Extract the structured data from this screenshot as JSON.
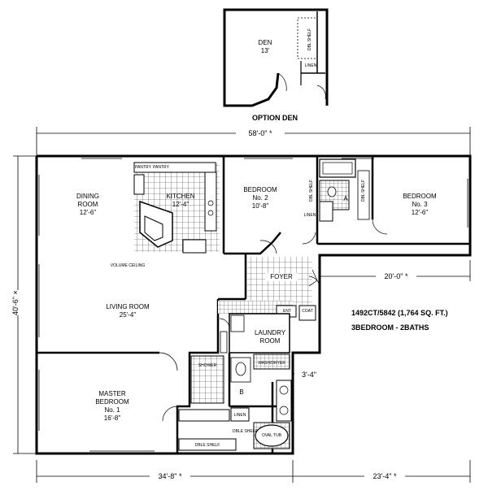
{
  "option_den": {
    "title": "OPTION DEN",
    "room_name": "DEN",
    "room_dim": "13'",
    "linen": "LINEN",
    "shelf": "DBL SHELF"
  },
  "dimensions": {
    "overall_width": "58'-0\"",
    "overall_depth": "40'-6\"",
    "bottom_left": "34'-8\"",
    "bottom_right": "23'-4\"",
    "right_offset": "20'-0\"",
    "jog": "3'-4\""
  },
  "info": {
    "model": "1492CT/5842 (1,764 SQ. FT.)",
    "beds_baths": "3BEDROOM - 2BATHS"
  },
  "rooms": {
    "dining": {
      "name": "DINING",
      "name2": "ROOM",
      "dim": "12'-6\""
    },
    "kitchen": {
      "name": "KITCHEN",
      "dim": "12'-4\""
    },
    "bedroom2": {
      "name": "BEDROOM",
      "name2": "No. 2",
      "dim": "10'-8\""
    },
    "bedroom3": {
      "name": "BEDROOM",
      "name2": "No. 3",
      "dim": "12'-6\""
    },
    "living": {
      "name": "LIVING ROOM",
      "dim": "25'-4\""
    },
    "foyer": {
      "name": "FOYER"
    },
    "laundry": {
      "name": "LAUNDRY",
      "name2": "ROOM"
    },
    "master": {
      "name": "MASTER",
      "name2": "BEDROOM",
      "name3": "No. 1",
      "dim": "16'-8\""
    }
  },
  "small_labels": {
    "pantry1": "PANTRY",
    "pantry2": "PANTRY",
    "vol_ceiling": "VOLUME CEILING",
    "linen_b2": "LINEN",
    "linen_master": "LINEN",
    "dbl_shelf_master": "DBLE SHELF",
    "dbl_shelf_bottom": "DBLE SHELF",
    "oval_tub": "OVAL TUB",
    "washer_dryer": "WASH/DRYER",
    "bath_a": "A",
    "bath_b": "B",
    "dbl_shelf_b3": "DBL SHELF",
    "dbl_shelf_b2": "DBL SHELF",
    "showers": "SHOWER",
    "ent_closet": "ENT",
    "coat": "COAT"
  },
  "colors": {
    "wall": "#000000",
    "background": "#ffffff",
    "grid": "#555555"
  }
}
